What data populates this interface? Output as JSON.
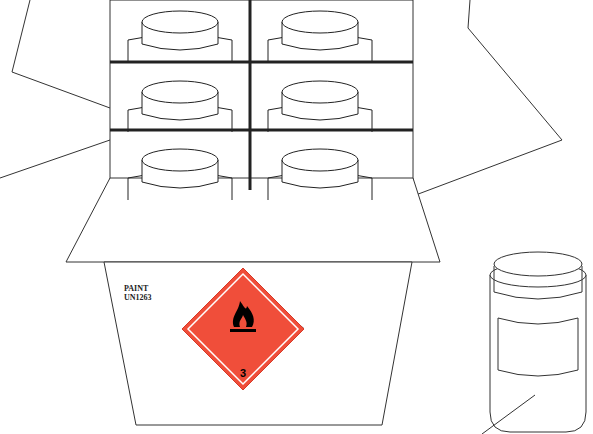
{
  "diagram": {
    "nodes": [
      {
        "text": [
          "3"
        ]
      }
    ],
    "labels": [
      "PAINT",
      "UN1263"
    ]
  }
}
